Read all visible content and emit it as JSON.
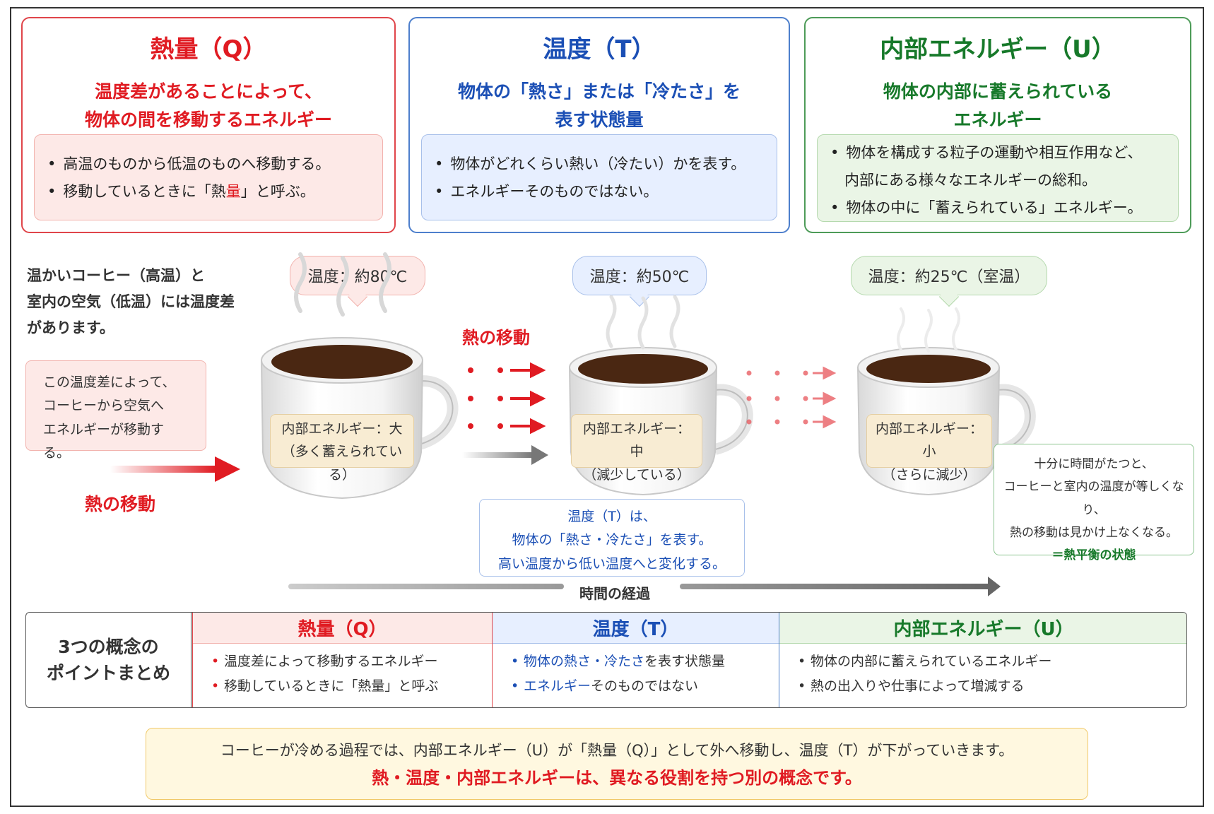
{
  "cards": {
    "heat": {
      "title": "熱量（Q）",
      "sub1": "温度差があることによって、",
      "sub2": "物体の間を移動するエネルギー",
      "bullet1": "高温のものから低温のものへ移動する。",
      "bullet2_pre": "移動しているときに「熱",
      "bullet2_red": "量",
      "bullet2_post": "」と呼ぶ。"
    },
    "temp": {
      "title": "温度（T）",
      "sub1": "物体の「熱さ」または「冷たさ」を",
      "sub2": "表す状態量",
      "bullet1": "物体がどれくらい熱い（冷たい）かを表す。",
      "bullet2": "エネルギーそのものではない。"
    },
    "internal": {
      "title": "内部エネルギー（U）",
      "sub1": "物体の内部に蓄えられている",
      "sub2": "エネルギー",
      "bullet1a": "物体を構成する粒子の運動や相互作用など、",
      "bullet1b": "内部にある様々なエネルギーの総和。",
      "bullet2": "物体の中に「蓄えられている」エネルギー。"
    }
  },
  "left": {
    "line1": "温かいコーヒー（高温）と",
    "line2": "室内の空気（低温）には温度差",
    "line3": "があります。",
    "note1": "この温度差によって、",
    "note2": "コーヒーから空気へ",
    "note3": "エネルギーが移動する。",
    "heat_flow_label": "熱の移動"
  },
  "flow_label_top": "熱の移動",
  "bubbles": {
    "cup1": "温度：約80℃",
    "cup2": "温度：約50℃",
    "cup3": "温度：約25℃（室温）"
  },
  "cups": {
    "cup1_line1": "内部エネルギー：大",
    "cup1_line2": "（多く蓄えられている）",
    "cup2_line1": "内部エネルギー：中",
    "cup2_line2": "（減少している）",
    "cup3_line1": "内部エネルギー：小",
    "cup3_line2": "（さらに減少）"
  },
  "temp_box": {
    "line1": "温度（T）は、",
    "line2": "物体の「熱さ・冷たさ」を表す。",
    "line3": "高い温度から低い温度へと変化する。"
  },
  "eq_box": {
    "line1": "十分に時間がたつと、",
    "line2": "コーヒーと室内の温度が等しくなり、",
    "line3": "熱の移動は見かけ上なくなる。",
    "line4": "＝熱平衡の状態"
  },
  "time_label": "時間の経過",
  "summary": {
    "head1": "3つの概念の",
    "head2": "ポイントまとめ",
    "heat_title": "熱量（Q）",
    "heat_b1": "温度差によって移動するエネルギー",
    "heat_b2": "移動しているときに「熱量」と呼ぶ",
    "temp_title": "温度（T）",
    "temp_b1_blue": "物体の熱さ・冷たさ",
    "temp_b1_dark": "を表す状態量",
    "temp_b2_blue": "エネルギー",
    "temp_b2_dark": "そのものではない",
    "int_title": "内部エネルギー（U）",
    "int_b1": "物体の内部に蓄えられているエネルギー",
    "int_b2": "熱の出入りや仕事によって増減する"
  },
  "footer": {
    "line1": "コーヒーが冷める過程では、内部エネルギー（U）が「熱量（Q）」として外へ移動し、温度（T）が下がっていきます。",
    "line2": "熱・温度・内部エネルギーは、異なる役割を持つ別の概念です。"
  },
  "colors": {
    "heat_red": "#e01b22",
    "temp_blue": "#1b4fb5",
    "internal_green": "#17792a",
    "coffee": "#4a2712"
  }
}
